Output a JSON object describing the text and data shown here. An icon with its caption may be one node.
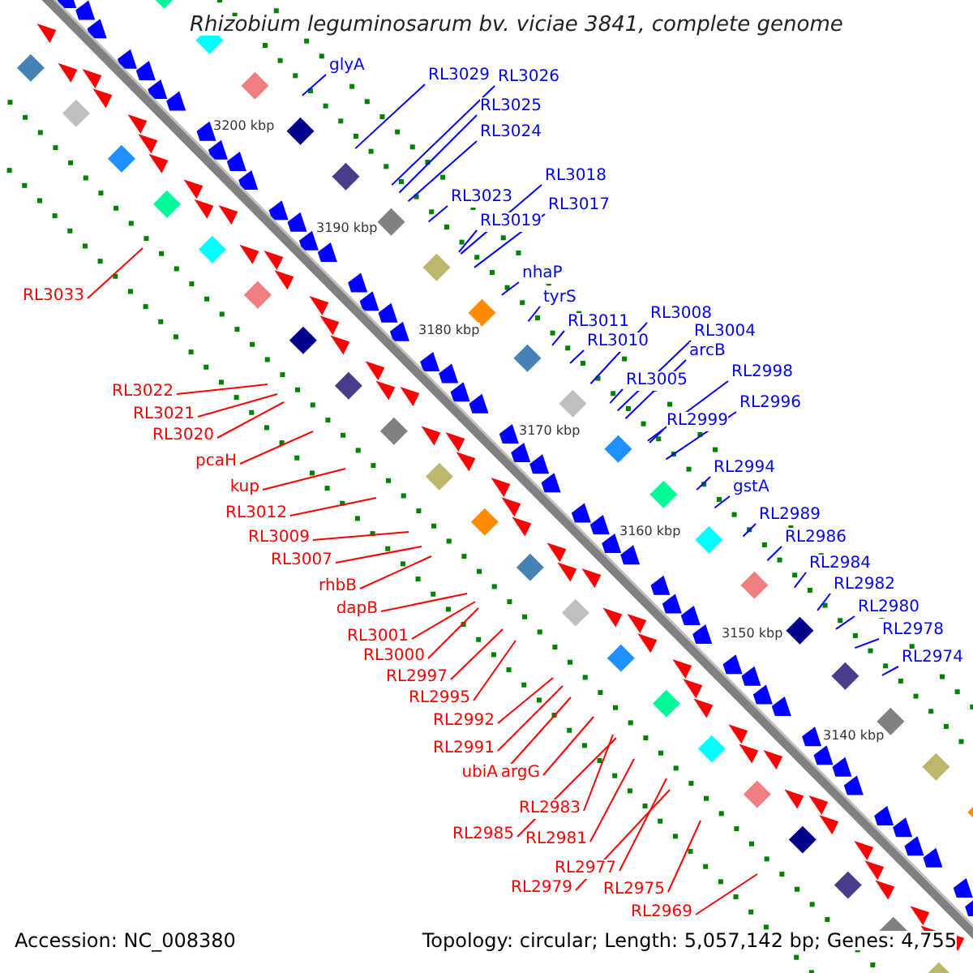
{
  "diagram": {
    "title": "Rhizobium leguminosarum bv. viciae 3841, complete genome",
    "nodes": [
      {
        "text": [
          "glyA"
        ]
      },
      {
        "text": [
          "RL3029"
        ]
      },
      {
        "text": [
          "RL3026"
        ]
      },
      {
        "text": [
          "RL3025"
        ]
      },
      {
        "text": [
          "RL3024"
        ]
      },
      {
        "text": [
          "RL3023"
        ]
      },
      {
        "text": [
          "RL3018"
        ]
      },
      {
        "text": [
          "RL3019"
        ]
      },
      {
        "text": [
          "RL3017"
        ]
      },
      {
        "text": [
          "nhaP"
        ]
      },
      {
        "text": [
          "tyrS"
        ]
      },
      {
        "text": [
          "RL3011"
        ]
      },
      {
        "text": [
          "RL3010"
        ]
      },
      {
        "text": [
          "RL3008"
        ]
      },
      {
        "text": [
          "RL3004"
        ]
      },
      {
        "text": [
          "arcB"
        ]
      },
      {
        "text": [
          "RL3005"
        ]
      },
      {
        "text": [
          "RL2998"
        ]
      },
      {
        "text": [
          "RL2999"
        ]
      },
      {
        "text": [
          "RL2996"
        ]
      },
      {
        "text": [
          "RL2994"
        ]
      },
      {
        "text": [
          "gstA"
        ]
      },
      {
        "text": [
          "RL2989"
        ]
      },
      {
        "text": [
          "RL2986"
        ]
      },
      {
        "text": [
          "RL2984"
        ]
      },
      {
        "text": [
          "RL2982"
        ]
      },
      {
        "text": [
          "RL2980"
        ]
      },
      {
        "text": [
          "RL2978"
        ]
      },
      {
        "text": [
          "RL2974"
        ]
      },
      {
        "text": [
          "RL3033"
        ]
      },
      {
        "text": [
          "RL3022"
        ]
      },
      {
        "text": [
          "RL3021"
        ]
      },
      {
        "text": [
          "RL3020"
        ]
      },
      {
        "text": [
          "pcaH"
        ]
      },
      {
        "text": [
          "kup"
        ]
      },
      {
        "text": [
          "RL3012"
        ]
      },
      {
        "text": [
          "RL3009"
        ]
      },
      {
        "text": [
          "RL3007"
        ]
      },
      {
        "text": [
          "rhbB"
        ]
      },
      {
        "text": [
          "dapB"
        ]
      },
      {
        "text": [
          "RL3001"
        ]
      },
      {
        "text": [
          "RL3000"
        ]
      },
      {
        "text": [
          "RL2997"
        ]
      },
      {
        "text": [
          "RL2995"
        ]
      },
      {
        "text": [
          "RL2992"
        ]
      },
      {
        "text": [
          "RL2991"
        ]
      },
      {
        "text": [
          "ubiA"
        ]
      },
      {
        "text": [
          "argG"
        ]
      },
      {
        "text": [
          "RL2983"
        ]
      },
      {
        "text": [
          "RL2985"
        ]
      },
      {
        "text": [
          "RL2981"
        ]
      },
      {
        "text": [
          "RL2977"
        ]
      },
      {
        "text": [
          "RL2979"
        ]
      },
      {
        "text": [
          "RL2975"
        ]
      },
      {
        "text": [
          "RL2969"
        ]
      }
    ],
    "edges": [
      {
        "from": 0,
        "to": null,
        "arrow": "none"
      },
      {
        "from": 1,
        "to": null,
        "arrow": "none"
      },
      {
        "from": 2,
        "to": null,
        "arrow": "none"
      },
      {
        "from": 3,
        "to": null,
        "arrow": "none"
      },
      {
        "from": 4,
        "to": null,
        "arrow": "none"
      },
      {
        "from": 5,
        "to": null,
        "arrow": "none"
      },
      {
        "from": 6,
        "to": null,
        "arrow": "none"
      },
      {
        "from": 7,
        "to": null,
        "arrow": "none"
      },
      {
        "from": 8,
        "to": null,
        "arrow": "none"
      },
      {
        "from": 9,
        "to": null,
        "arrow": "none"
      },
      {
        "from": 10,
        "to": null,
        "arrow": "none"
      },
      {
        "from": 11,
        "to": null,
        "arrow": "none"
      },
      {
        "from": 12,
        "to": null,
        "arrow": "none"
      },
      {
        "from": 13,
        "to": null,
        "arrow": "none"
      },
      {
        "from": 14,
        "to": null,
        "arrow": "none"
      },
      {
        "from": 15,
        "to": null,
        "arrow": "none"
      },
      {
        "from": 16,
        "to": null,
        "arrow": "none"
      },
      {
        "from": 17,
        "to": null,
        "arrow": "none"
      },
      {
        "from": 18,
        "to": null,
        "arrow": "none"
      },
      {
        "from": 19,
        "to": null,
        "arrow": "none"
      },
      {
        "from": 20,
        "to": null,
        "arrow": "none"
      },
      {
        "from": 21,
        "to": null,
        "arrow": "none"
      },
      {
        "from": 22,
        "to": null,
        "arrow": "none"
      },
      {
        "from": 23,
        "to": null,
        "arrow": "none"
      },
      {
        "from": 24,
        "to": null,
        "arrow": "none"
      },
      {
        "from": 25,
        "to": null,
        "arrow": "none"
      },
      {
        "from": 26,
        "to": null,
        "arrow": "none"
      },
      {
        "from": 27,
        "to": null,
        "arrow": "none"
      },
      {
        "from": 28,
        "to": null,
        "arrow": "none"
      },
      {
        "from": 29,
        "to": null,
        "arrow": "none",
        "color": "#ff0000"
      },
      {
        "from": 30,
        "to": null,
        "arrow": "none",
        "color": "#ff0000"
      },
      {
        "from": 31,
        "to": null,
        "arrow": "none",
        "color": "#ff0000"
      },
      {
        "from": 32,
        "to": null,
        "arrow": "none",
        "color": "#ff0000"
      },
      {
        "from": 33,
        "to": null,
        "arrow": "none",
        "color": "#ff0000"
      },
      {
        "from": 34,
        "to": null,
        "arrow": "none",
        "color": "#ff0000"
      },
      {
        "from": 35,
        "to": null,
        "arrow": "none",
        "color": "#ff0000"
      },
      {
        "from": 36,
        "to": null,
        "arrow": "none",
        "color": "#ff0000"
      },
      {
        "from": 37,
        "to": null,
        "arrow": "none",
        "color": "#ff0000"
      },
      {
        "from": 38,
        "to": null,
        "arrow": "none",
        "color": "#ff0000"
      },
      {
        "from": 39,
        "to": null,
        "arrow": "none",
        "color": "#ff0000"
      },
      {
        "from": 40,
        "to": null,
        "arrow": "none",
        "color": "#ff0000"
      },
      {
        "from": 41,
        "to": null,
        "arrow": "none",
        "color": "#ff0000"
      },
      {
        "from": 42,
        "to": null,
        "arrow": "none",
        "color": "#ff0000"
      },
      {
        "from": 43,
        "to": null,
        "arrow": "none",
        "color": "#ff0000"
      },
      {
        "from": 44,
        "to": null,
        "arrow": "none",
        "color": "#ff0000"
      },
      {
        "from": 45,
        "to": null,
        "arrow": "none",
        "color": "#ff0000"
      },
      {
        "from": 46,
        "to": null,
        "arrow": "none",
        "color": "#ff0000"
      },
      {
        "from": 47,
        "to": null,
        "arrow": "none",
        "color": "#ff0000"
      },
      {
        "from": 48,
        "to": null,
        "arrow": "none",
        "color": "#ff0000"
      },
      {
        "from": 49,
        "to": null,
        "arrow": "none",
        "color": "#ff0000"
      },
      {
        "from": 50,
        "to": null,
        "arrow": "none",
        "color": "#ff0000"
      },
      {
        "from": 51,
        "to": null,
        "arrow": "none",
        "color": "#ff0000"
      },
      {
        "from": 52,
        "to": null,
        "arrow": "none",
        "color": "#ff0000"
      },
      {
        "from": 53,
        "to": null,
        "arrow": "none",
        "color": "#ff0000"
      },
      {
        "from": 54,
        "to": null,
        "arrow": "none",
        "color": "#ff0000"
      }
    ],
    "labels": [
      "3200 kbp",
      "3190 kbp",
      "3180 kbp",
      "3170 kbp",
      "3160 kbp",
      "3150 kbp",
      "3140 kbp",
      "Accession: NC_008380",
      "Topology: circular; Length: 5,057,142 bp; Genes: 4,755"
    ]
  }
}
